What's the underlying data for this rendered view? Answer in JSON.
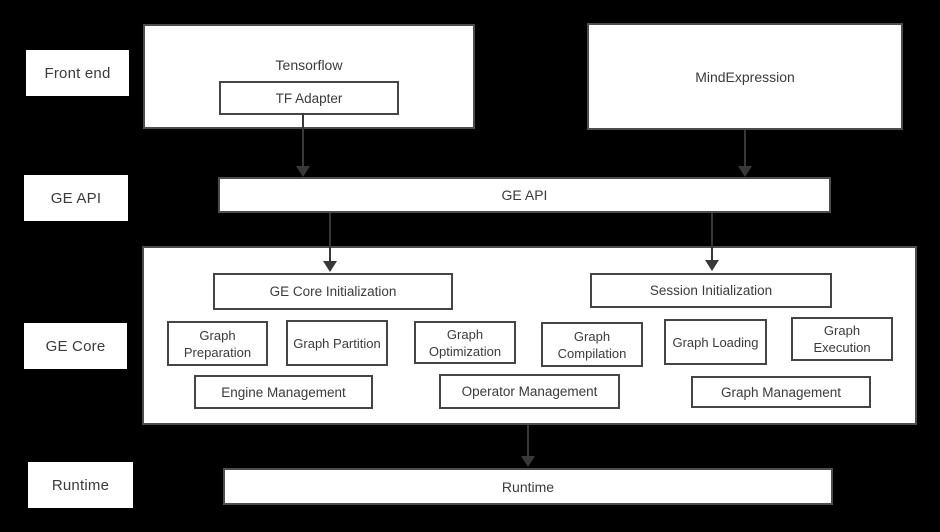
{
  "colors": {
    "background": "#000000",
    "box_fill": "#ffffff",
    "border": "#4d4d4d",
    "text": "#3b3b3b",
    "arrow": "#383838"
  },
  "row_labels": {
    "front_end": "Front end",
    "ge_api": "GE API",
    "ge_core": "GE Core",
    "runtime": "Runtime"
  },
  "front_end": {
    "tensorflow": "Tensorflow",
    "tf_adapter": "TF Adapter",
    "mindexpression": "MindExpression"
  },
  "ge_api": {
    "label": "GE API"
  },
  "ge_core": {
    "ge_core_initialization": "GE Core Initialization",
    "session_initialization": "Session Initialization",
    "modules": [
      "Graph Preparation",
      "Graph Partition",
      "Graph Optimization",
      "Graph Compilation",
      "Graph Loading",
      "Graph Execution"
    ],
    "management": [
      "Engine Management",
      "Operator Management",
      "Graph Management"
    ]
  },
  "runtime": {
    "label": "Runtime"
  }
}
